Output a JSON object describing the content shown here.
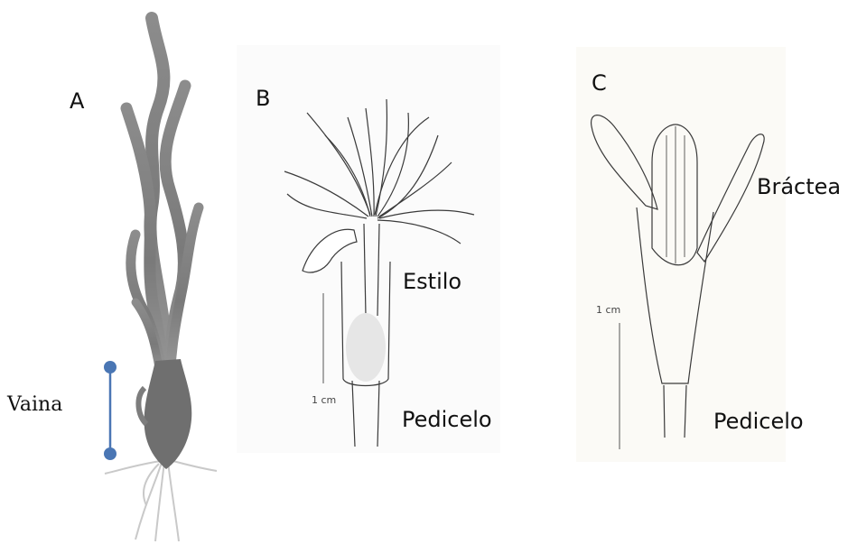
{
  "panels": {
    "a": {
      "letter": "A"
    },
    "b": {
      "letter": "B"
    },
    "c": {
      "letter": "C"
    }
  },
  "labels": {
    "vaina": "Vaina",
    "estilo": "Estilo",
    "pedicelo_b": "Pedicelo",
    "bractea": "Bráctea",
    "pedicelo_c": "Pedicelo"
  },
  "scales": {
    "b": "1 cm",
    "c": "1 cm"
  },
  "colors": {
    "marker": "#4a76b4",
    "plant": "#8a8a8a",
    "ink": "#333333"
  }
}
